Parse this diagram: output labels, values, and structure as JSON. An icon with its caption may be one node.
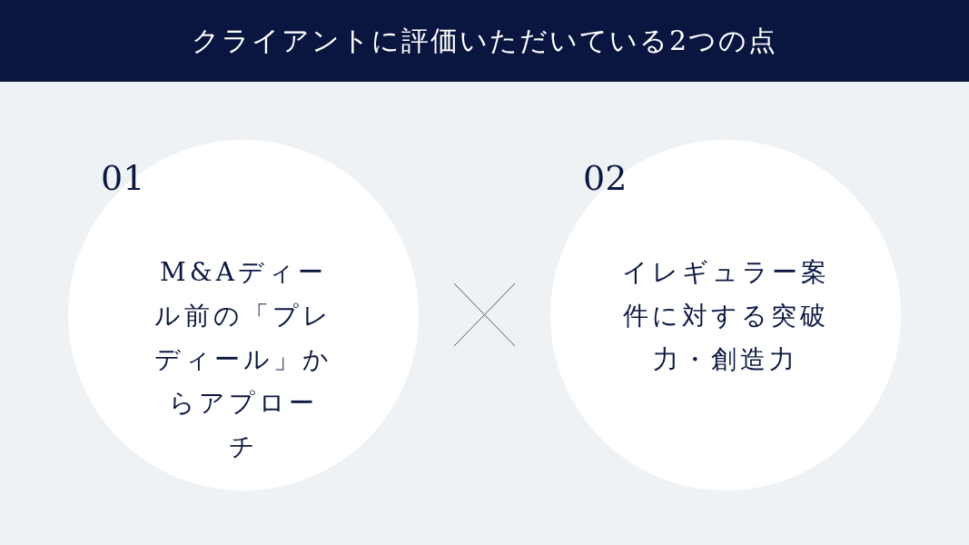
{
  "diagram": {
    "title": "クライアントに評価いただいている2つの点",
    "nodes": [
      {
        "text": [
          "01",
          "M&Aディール前の「プレディール」からアプローチ"
        ]
      },
      {
        "text": [
          "02",
          "イレギュラー案件に対する突破力・創造力"
        ]
      }
    ],
    "edges": []
  }
}
